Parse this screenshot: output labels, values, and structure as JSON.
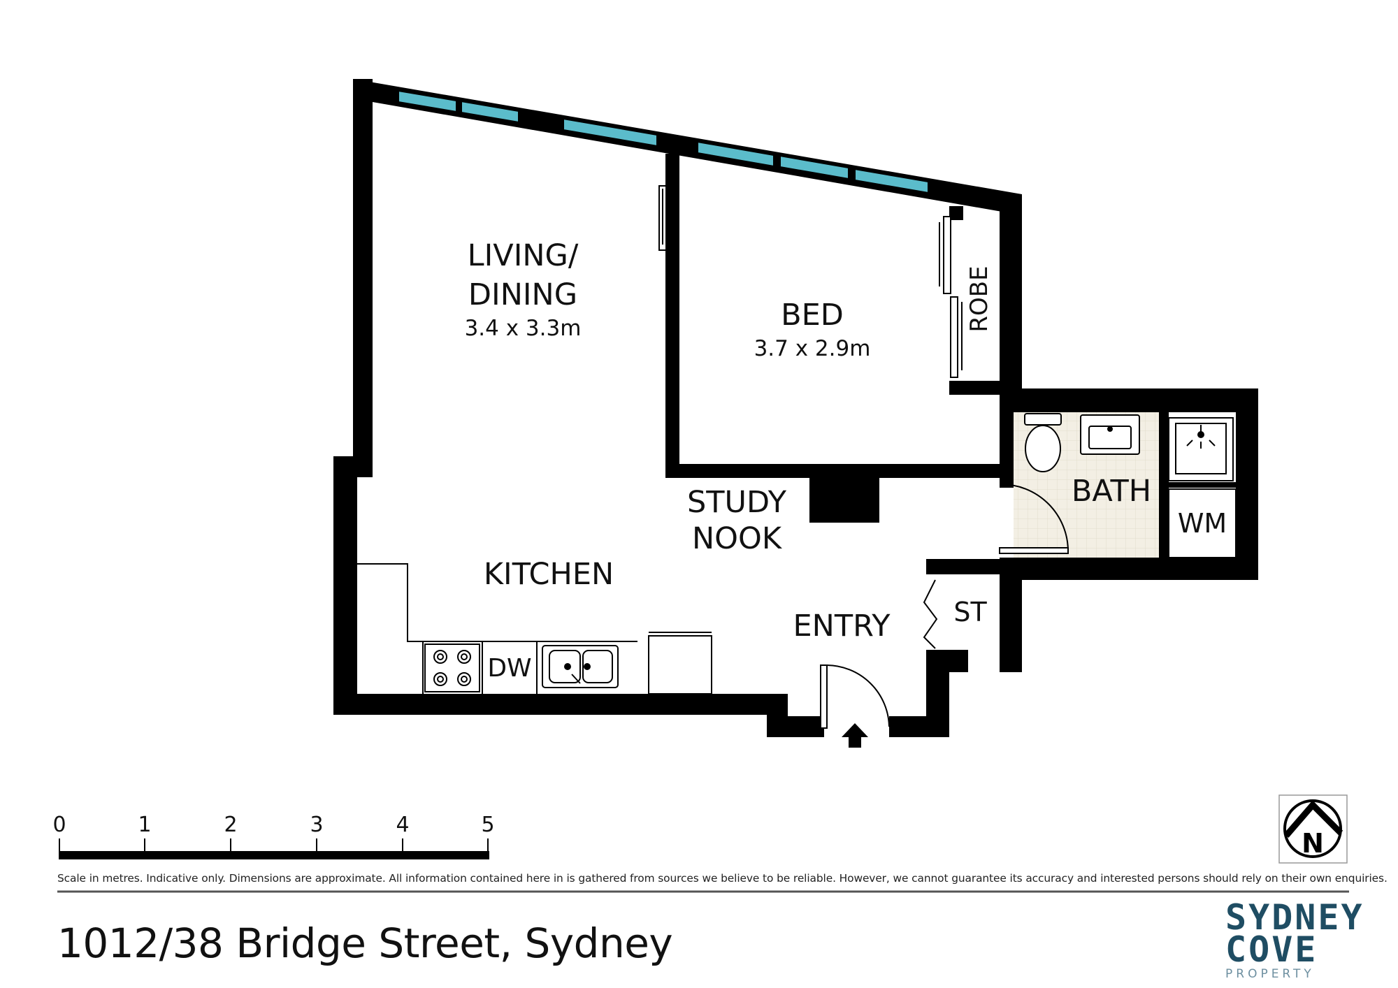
{
  "rooms": {
    "living": {
      "name_line1": "LIVING/",
      "name_line2": "DINING",
      "dims": "3.4 x 3.3m"
    },
    "bed": {
      "name": "BED",
      "dims": "3.7 x 2.9m"
    },
    "robe": "ROBE",
    "bath": "BATH",
    "wm": "WM",
    "study": {
      "line1": "STUDY",
      "line2": "NOOK"
    },
    "kitchen": "KITCHEN",
    "entry": "ENTRY",
    "st": "ST",
    "dw": "DW"
  },
  "scale": {
    "ticks": [
      "0",
      "1",
      "2",
      "3",
      "4",
      "5"
    ],
    "unit": "metres"
  },
  "compass_letter": "N",
  "disclaimer": "Scale in metres. Indicative only. Dimensions are approximate. All information contained here in is gathered from sources we believe to be reliable. However, we cannot guarantee its accuracy and interested persons should rely on their own enquiries.",
  "address": "1012/38 Bridge Street, Sydney",
  "logo": {
    "line1": "SYDNEY",
    "line2": "COVE",
    "line3": "PROPERTY"
  },
  "colors": {
    "wall": "#000000",
    "window": "#5bbccb",
    "tile": "#f3efe4",
    "logo": "#1f4d63"
  },
  "icons": [
    "entry-arrow-icon",
    "north-compass-icon",
    "stove-icon",
    "sink-icon",
    "toilet-icon",
    "basin-icon",
    "shower-icon"
  ]
}
